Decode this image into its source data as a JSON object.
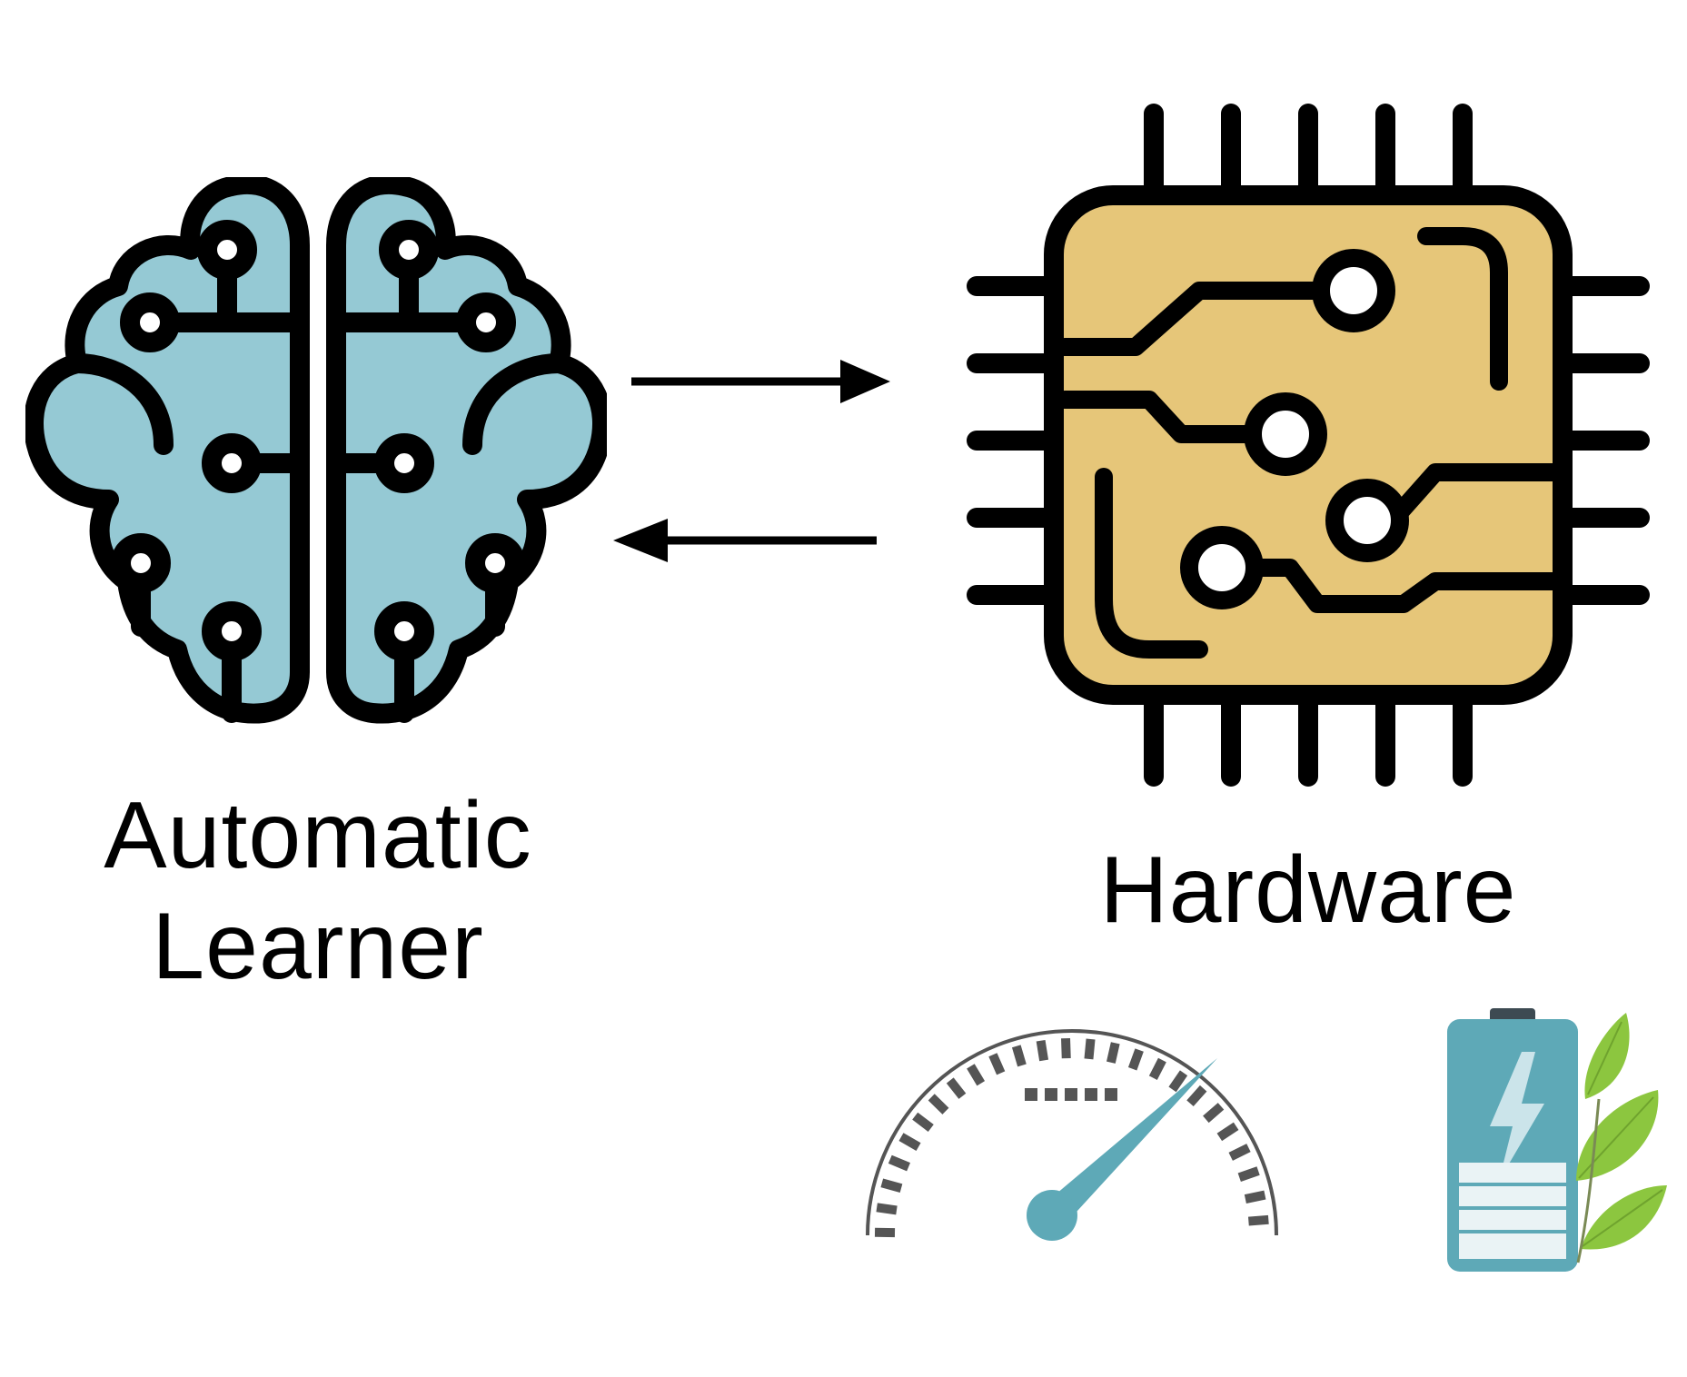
{
  "nodes": {
    "learner": {
      "line1": "Automatic",
      "line2": "Learner",
      "icon": "brain-circuit-icon"
    },
    "hardware": {
      "label": "Hardware",
      "icon": "microchip-icon"
    }
  },
  "edges": [
    {
      "from": "learner",
      "to": "hardware",
      "direction": "right"
    },
    {
      "from": "hardware",
      "to": "learner",
      "direction": "left"
    }
  ],
  "extras": [
    {
      "icon": "speedometer-icon"
    },
    {
      "icon": "eco-battery-icon"
    }
  ],
  "colors": {
    "brain_fill": "#95C9D4",
    "chip_fill": "#E6C679",
    "outline": "#000000",
    "gauge_needle": "#5EA9B7",
    "gauge_ticks": "#555555",
    "battery_body": "#5EA9B7",
    "battery_charge": "#EAF3F5",
    "leaf": "#8CC63F"
  }
}
